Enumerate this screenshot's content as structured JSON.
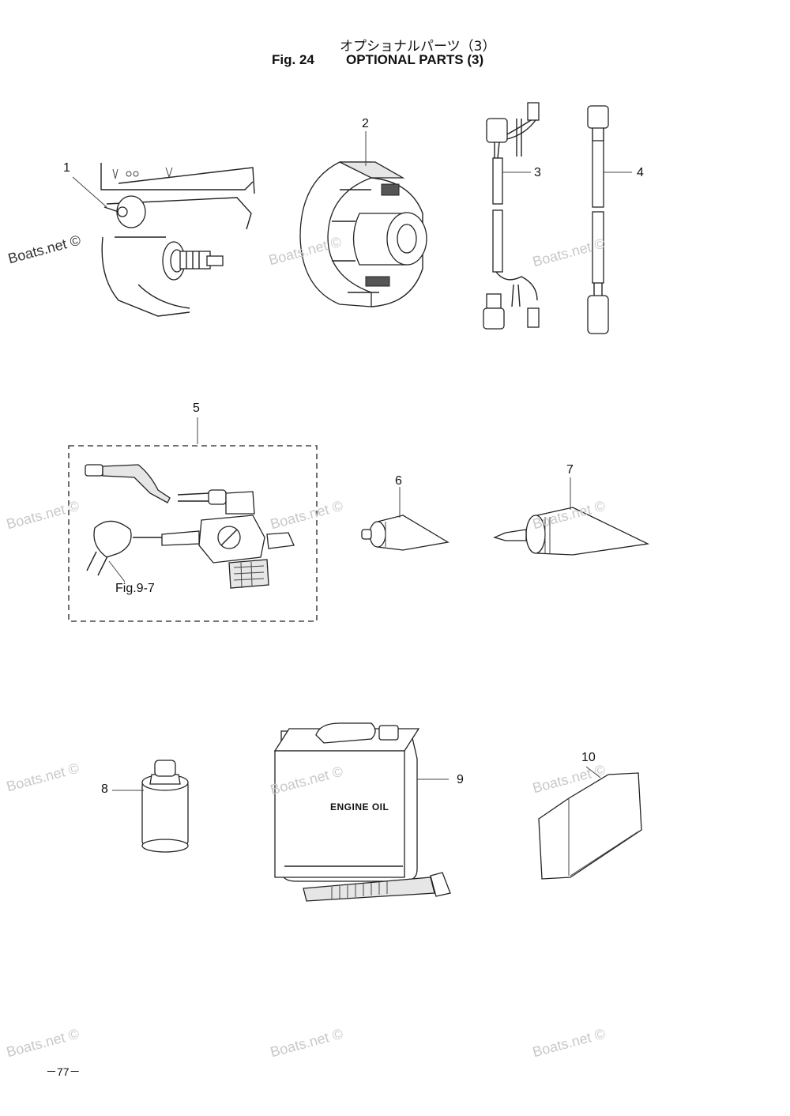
{
  "header": {
    "title_jp": "オプショナルパーツ（3）",
    "fig_label": "Fig. 24",
    "title_en": "OPTIONAL PARTS (3)"
  },
  "callouts": [
    "1",
    "2",
    "3",
    "4",
    "5",
    "6",
    "7",
    "8",
    "9",
    "10"
  ],
  "fig_reference": "Fig.9-7",
  "engine_label": "ENGINE OIL",
  "page_number": "－77－",
  "watermark": "Boats.net ©"
}
